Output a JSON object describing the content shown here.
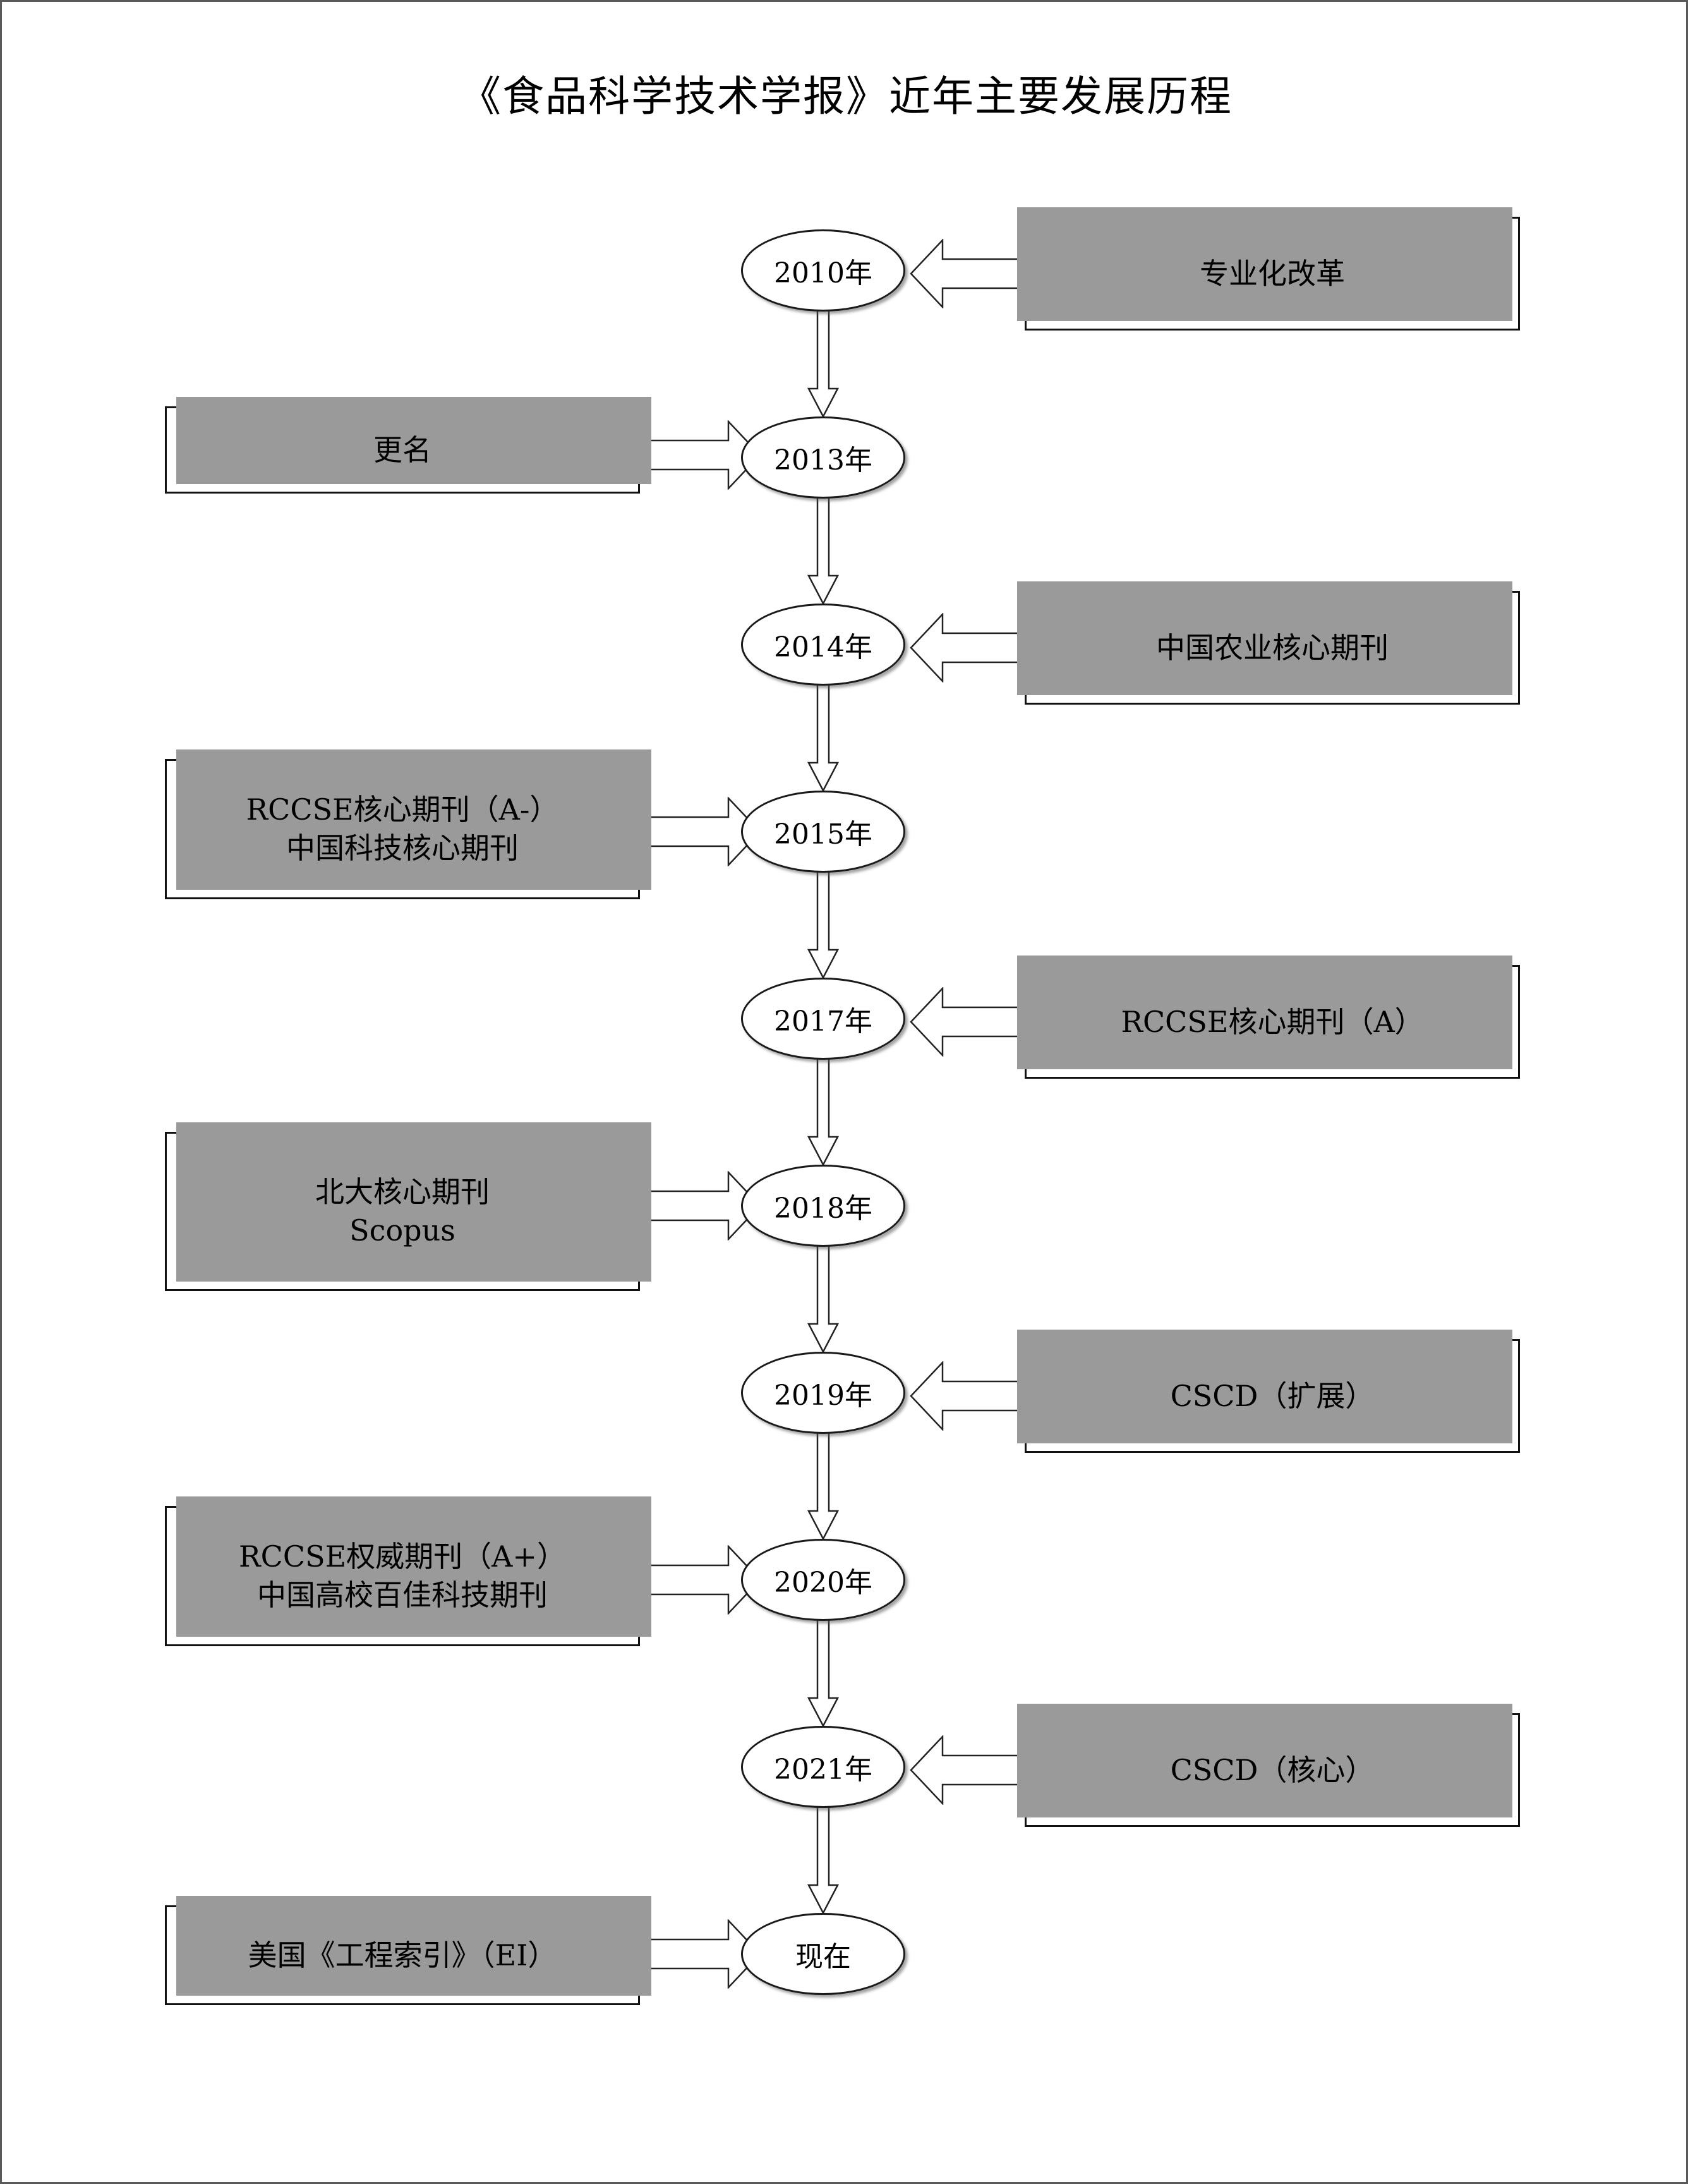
{
  "page": {
    "title": "《食品科学技术学报》近年主要发展历程",
    "border_color": "#5a5a5a",
    "shadow_color": "#9a9a9a",
    "line_color": "#111111",
    "background": "#ffffff"
  },
  "chart_data": {
    "type": "diagram",
    "title": "《食品科学技术学报》近年主要发展历程",
    "orientation": "vertical-timeline",
    "nodes": [
      {
        "id": "n2010",
        "label": "2010年"
      },
      {
        "id": "n2013",
        "label": "2013年"
      },
      {
        "id": "n2014",
        "label": "2014年"
      },
      {
        "id": "n2015",
        "label": "2015年"
      },
      {
        "id": "n2017",
        "label": "2017年"
      },
      {
        "id": "n2018",
        "label": "2018年"
      },
      {
        "id": "n2019",
        "label": "2019年"
      },
      {
        "id": "n2020",
        "label": "2020年"
      },
      {
        "id": "n2021",
        "label": "2021年"
      },
      {
        "id": "nnow",
        "label": "现在"
      }
    ],
    "events": [
      {
        "node": "n2010",
        "side": "right",
        "lines": [
          "专业化改革"
        ]
      },
      {
        "node": "n2013",
        "side": "left",
        "lines": [
          "更名"
        ]
      },
      {
        "node": "n2014",
        "side": "right",
        "lines": [
          "中国农业核心期刊"
        ]
      },
      {
        "node": "n2015",
        "side": "left",
        "lines": [
          "RCCSE核心期刊（A-）",
          "中国科技核心期刊"
        ]
      },
      {
        "node": "n2017",
        "side": "right",
        "lines": [
          "RCCSE核心期刊（A）"
        ]
      },
      {
        "node": "n2018",
        "side": "left",
        "lines": [
          "北大核心期刊",
          "Scopus"
        ]
      },
      {
        "node": "n2019",
        "side": "right",
        "lines": [
          "CSCD（扩展）"
        ]
      },
      {
        "node": "n2020",
        "side": "left",
        "lines": [
          "RCCSE权威期刊（A+）",
          "中国高校百佳科技期刊"
        ]
      },
      {
        "node": "n2021",
        "side": "right",
        "lines": [
          "CSCD（核心）"
        ]
      },
      {
        "node": "nnow",
        "side": "left",
        "lines": [
          "美国《工程索引》（EI）"
        ]
      }
    ],
    "flow": [
      "2010年 → 2013年",
      "2013年 → 2014年",
      "2014年 → 2015年",
      "2015年 → 2017年",
      "2017年 → 2018年",
      "2018年 → 2019年",
      "2019年 → 2020年",
      "2020年 → 2021年",
      "2021年 → 现在"
    ]
  },
  "nodes": {
    "y2010": "2010年",
    "y2013": "2013年",
    "y2014": "2014年",
    "y2015": "2015年",
    "y2017": "2017年",
    "y2018": "2018年",
    "y2019": "2019年",
    "y2020": "2020年",
    "y2021": "2021年",
    "now": "现在"
  },
  "cards": {
    "reform": {
      "l1": "专业化改革"
    },
    "rename": {
      "l1": "更名"
    },
    "agri_core": {
      "l1": "中国农业核心期刊"
    },
    "rccse_a_minus": {
      "l1": "RCCSE核心期刊（A-）",
      "l2": "中国科技核心期刊"
    },
    "rccse_a": {
      "l1": "RCCSE核心期刊（A）"
    },
    "pku_scopus": {
      "l1": "北大核心期刊",
      "l2": "Scopus"
    },
    "cscd_ext": {
      "l1": "CSCD（扩展）"
    },
    "rccse_a_plus": {
      "l1": "RCCSE权威期刊（A+）",
      "l2": "中国高校百佳科技期刊"
    },
    "cscd_core": {
      "l1": "CSCD（核心）"
    },
    "ei": {
      "l1": "美国《工程索引》（EI）"
    }
  }
}
